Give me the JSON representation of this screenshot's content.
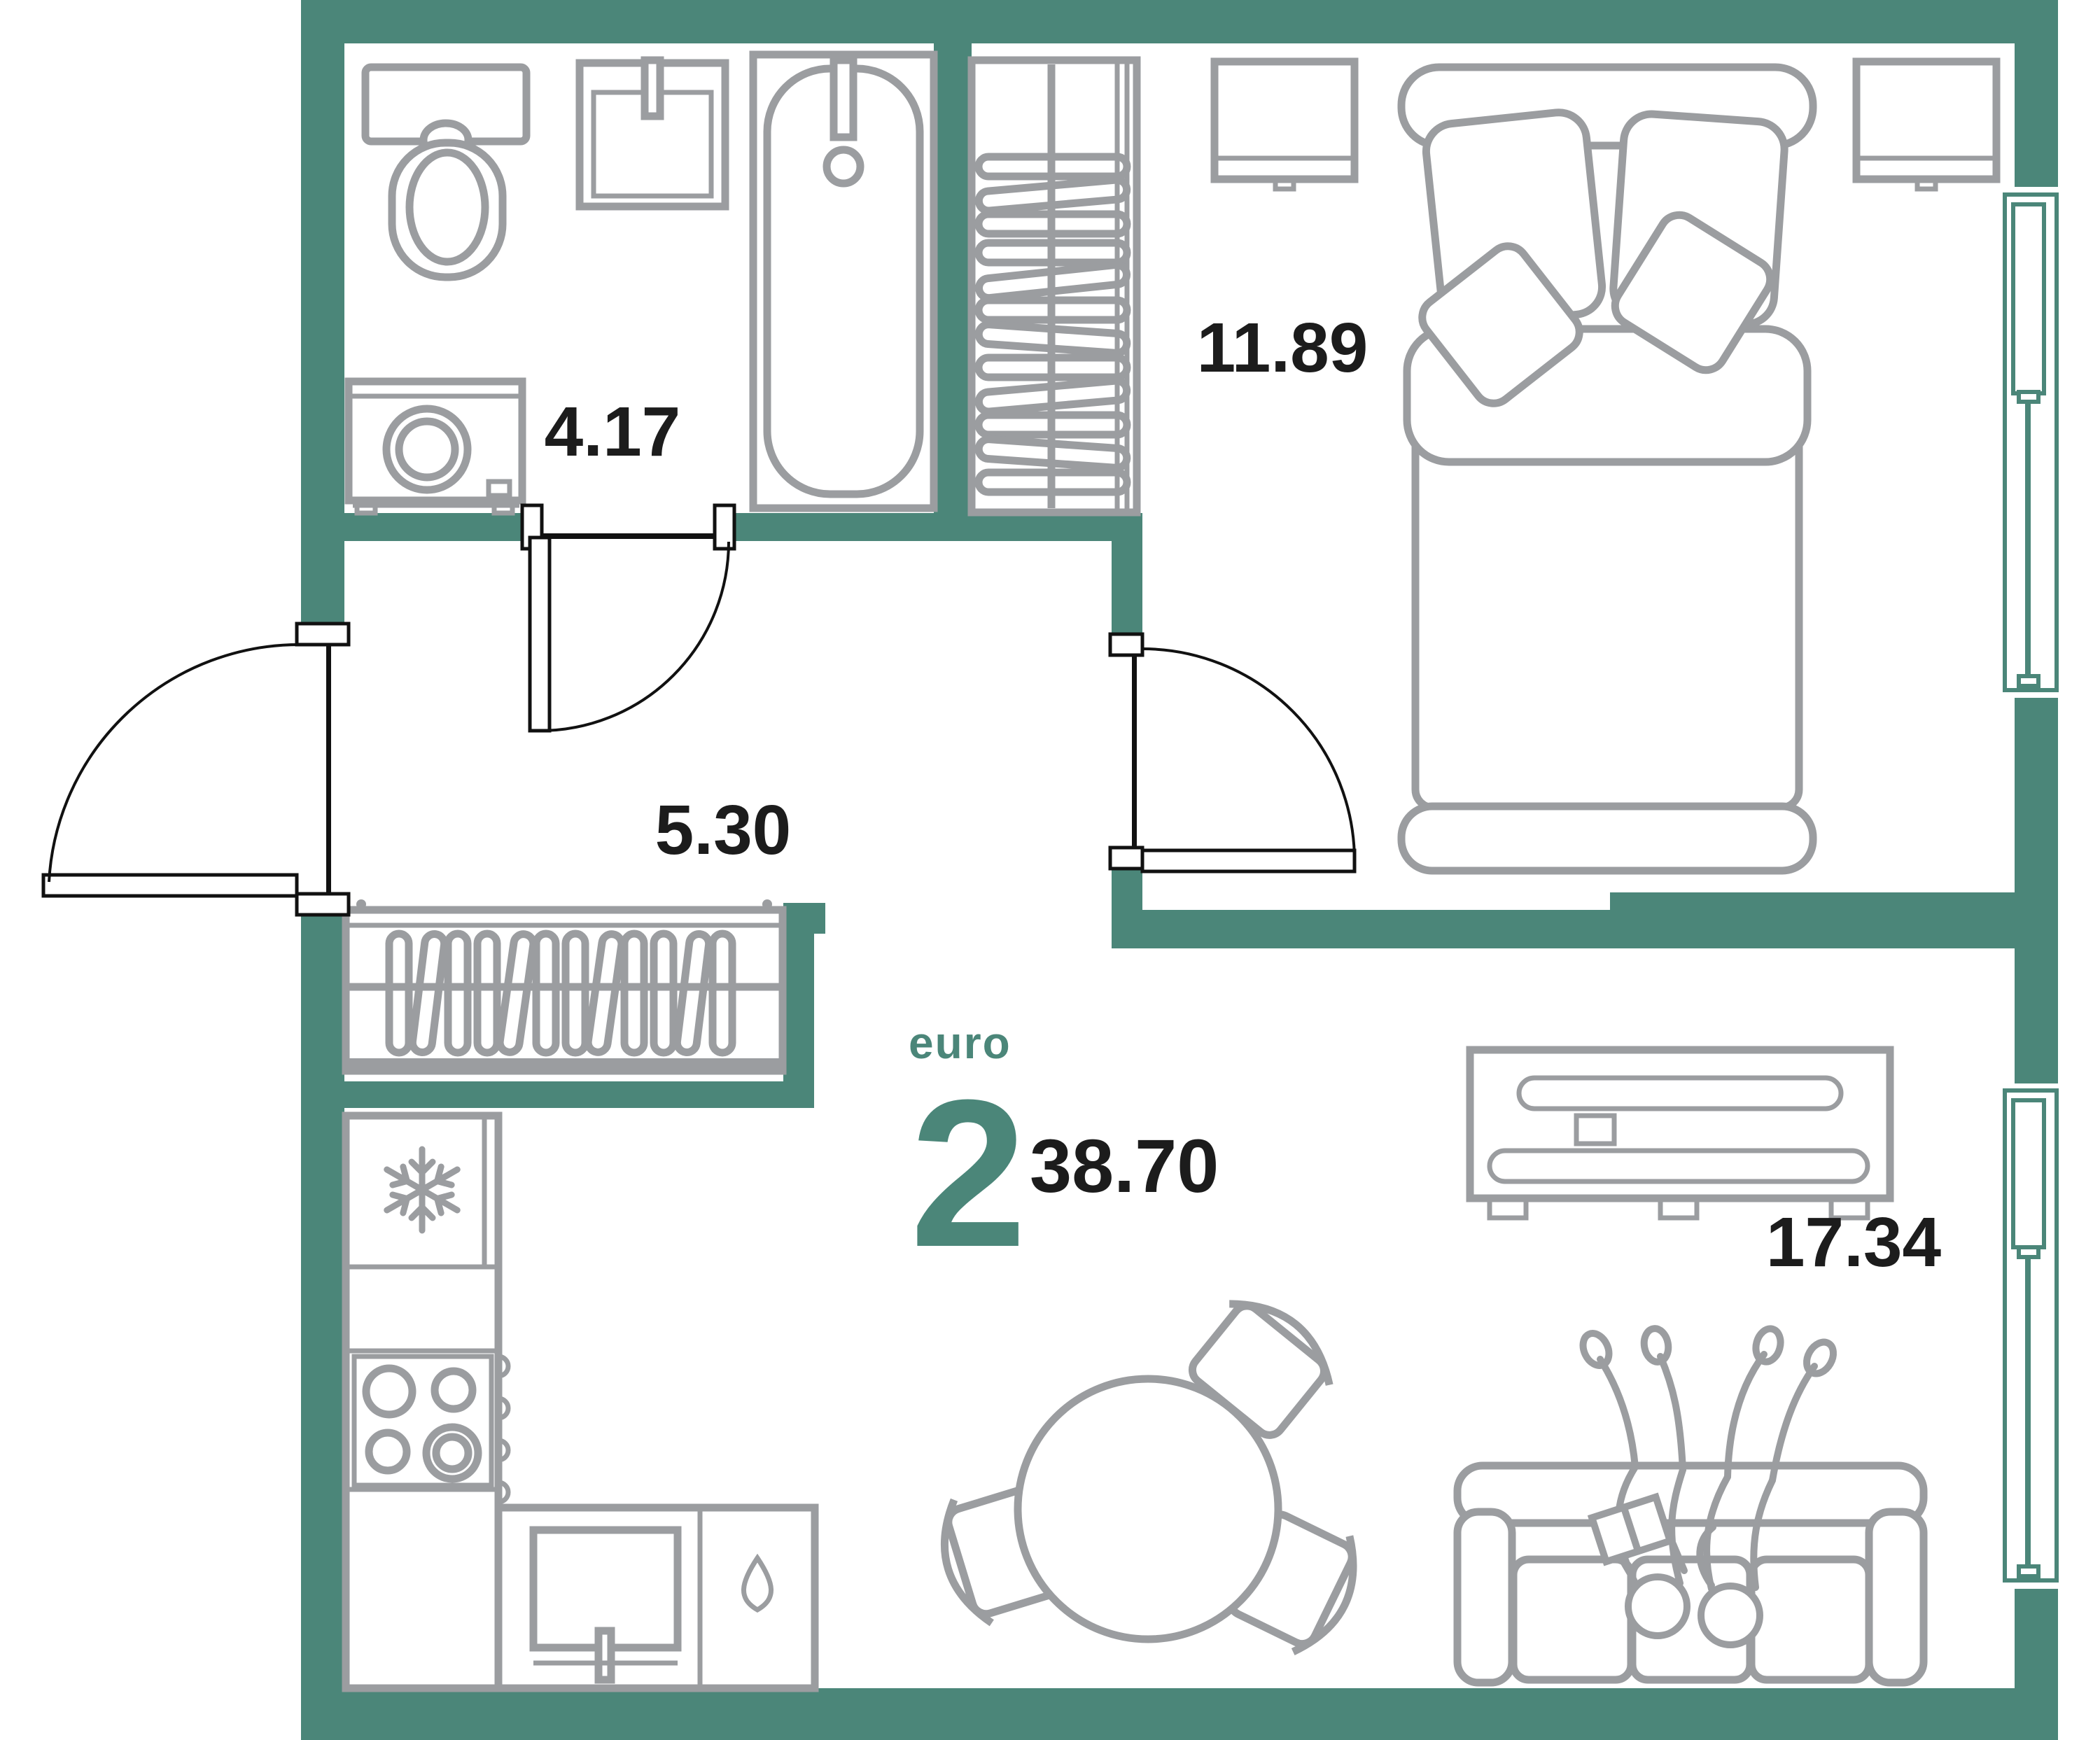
{
  "plan": {
    "type_label": "euro",
    "room_count": "2",
    "total_area": "38.70",
    "rooms": [
      {
        "id": "bathroom",
        "area": "4.17"
      },
      {
        "id": "bedroom",
        "area": "11.89"
      },
      {
        "id": "hallway",
        "area": "5.30"
      },
      {
        "id": "living-kitchen",
        "area": "17.34"
      }
    ],
    "icons": {
      "freezer": "snowflake-icon",
      "sink-cabinet": "water-drop-icon"
    },
    "colors": {
      "wall": "#4B8679",
      "accent_text": "#4B8679",
      "furniture_outline": "#9B9DA0",
      "door_lines": "#111111",
      "label_text": "#1C1C1C",
      "background": "#FFFFFF"
    }
  }
}
